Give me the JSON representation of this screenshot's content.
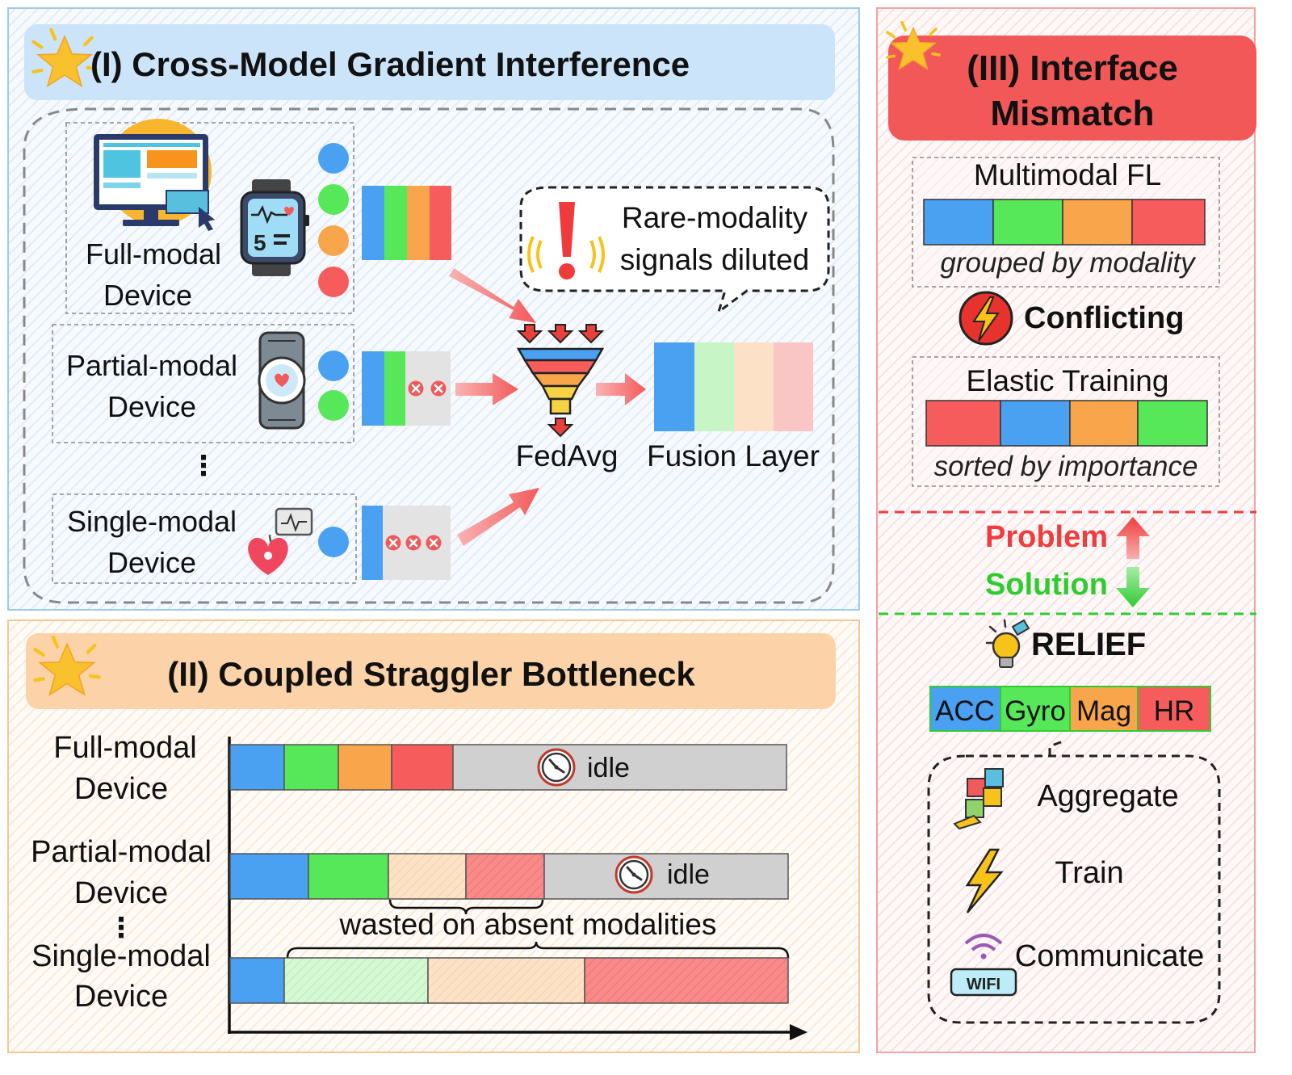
{
  "palette": {
    "blue": "#4aa1f2",
    "green": "#57e85a",
    "orange": "#f9a54b",
    "red": "#f75c5c",
    "gray": "#d0d0d0",
    "panel_i_border": "#9dc8ec",
    "panel_i_title_bg": "#cce4fa",
    "panel_ii_border": "#f6c796",
    "panel_ii_title_bg": "#fcd3a8",
    "panel_iii_border": "#f3a2a2",
    "panel_iii_title_bg": "#f25858",
    "problem_color": "#f03c3c",
    "solution_color": "#2fcc2f"
  },
  "panel_i": {
    "title": "(I) Cross-Model Gradient Interference",
    "full_modal_label": [
      "Full-modal",
      "Device"
    ],
    "partial_modal_label": [
      "Partial-modal",
      "Device"
    ],
    "single_modal_label": [
      "Single-modal",
      "Device"
    ],
    "ellipsis": "⋮",
    "callout": [
      "Rare-modality",
      "signals diluted"
    ],
    "fedavg_label": "FedAvg",
    "fusion_label": "Fusion Layer",
    "icons": [
      "star-icon",
      "monitor-icon",
      "smartwatch-icon",
      "fitness-band-icon",
      "heart-sensor-icon",
      "alert-icon",
      "funnel-icon"
    ]
  },
  "panel_ii": {
    "title": "(II) Coupled Straggler Bottleneck",
    "full_modal_label": [
      "Full-modal",
      "Device"
    ],
    "partial_modal_label": [
      "Partial-modal",
      "Device"
    ],
    "single_modal_label": [
      "Single-modal",
      "Device"
    ],
    "ellipsis": "⋮",
    "idle_label": "idle",
    "wasted_label": "wasted on absent modalities",
    "icons": [
      "star-icon",
      "clock-icon"
    ]
  },
  "panel_iii": {
    "title": [
      "(III) Interface",
      "Mismatch"
    ],
    "mfl_title": "Multimodal FL",
    "mfl_caption": "grouped by modality",
    "conflict_label": "Conflicting",
    "elastic_title": "Elastic Training",
    "elastic_caption": "sorted by importance",
    "problem_label": "Problem",
    "solution_label": "Solution",
    "relief_label": "RELIEF",
    "modalities": [
      "ACC",
      "Gyro",
      "Mag",
      "HR"
    ],
    "actions": [
      "Aggregate",
      "Train",
      "Communicate"
    ],
    "wifi_label": "WIFI",
    "icons": [
      "star-icon",
      "lightning-icon",
      "lightbulb-icon",
      "puzzle-icon",
      "lightning-bolt-icon",
      "wifi-icon"
    ]
  }
}
